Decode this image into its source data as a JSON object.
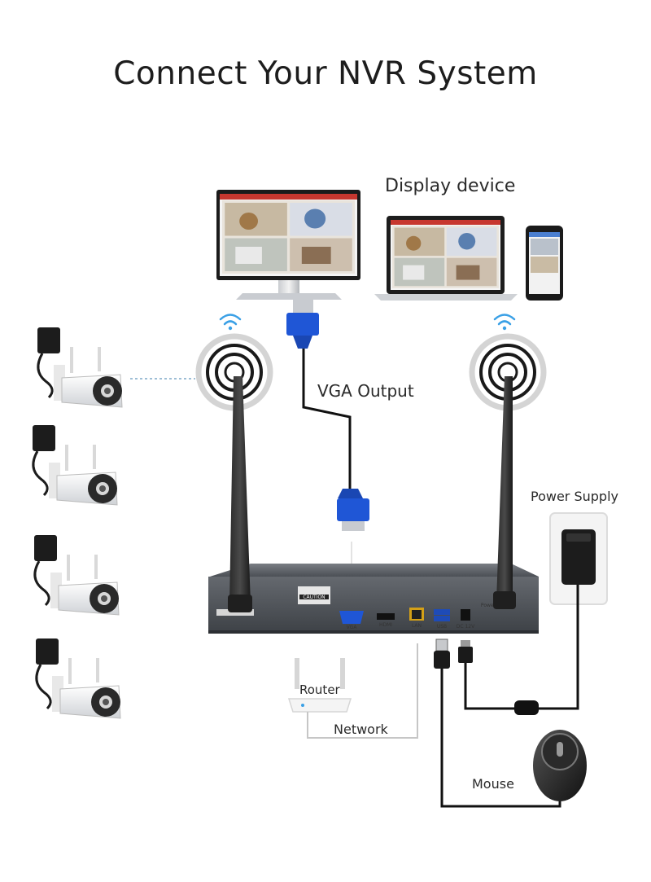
{
  "title": "Connect  Your NVR System",
  "labels": {
    "display_device": "Display device",
    "vga_output": "VGA Output",
    "power_supply": "Power Supply",
    "router": "Router",
    "network": "Network",
    "mouse": "Mouse"
  },
  "nvr_panel": {
    "caution_sticker": "CAUTION",
    "port_labels": [
      "VGA",
      "HDMI",
      "LAN",
      "USB",
      "DC 12V",
      "Power"
    ]
  },
  "icons": [
    "monitor-icon",
    "laptop-icon",
    "smartphone-icon",
    "wifi-icon",
    "antenna-icon",
    "vga-connector-icon",
    "camera-icon",
    "power-adapter-icon",
    "router-icon",
    "mouse-icon",
    "usb-plug-icon",
    "dc-plug-icon"
  ],
  "colors": {
    "vga_connector": "#1f56d6",
    "nvr_body": "#585c62",
    "cable": "#111111",
    "network_cable": "#bfbfbf"
  }
}
